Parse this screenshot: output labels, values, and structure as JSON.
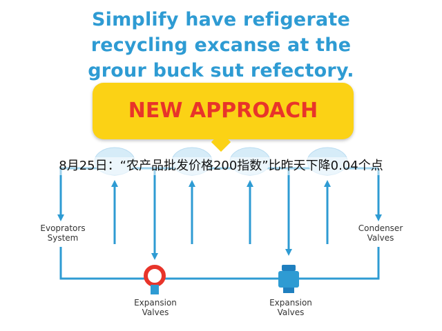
{
  "title": {
    "line1": "Simplify have refigerate",
    "line2": "recycling excanse at the",
    "line3": "grour buck sut refectory."
  },
  "banner": {
    "text": "NEW APPROACH"
  },
  "labels": {
    "evaporators": [
      "Evoprators",
      "System"
    ],
    "condenser": [
      "Condenser",
      "Valves"
    ],
    "expansion_left": [
      "Expansion",
      "Valves"
    ],
    "expansion_right": [
      "Expansion",
      "Valves"
    ]
  },
  "caption": "8月25日：“农产品批发价格200指数”比昨天下降0.04个点",
  "colors": {
    "title": "#2e9bd3",
    "banner_fill": "#fbd215",
    "banner_text": "#e8342a",
    "flow_line": "#2e9bd3",
    "node_fill": "#d6ecf8",
    "valve_red": "#e8342a"
  }
}
